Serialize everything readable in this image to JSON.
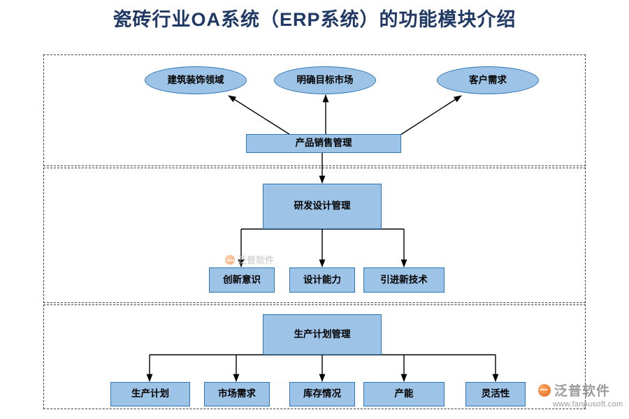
{
  "title": "瓷砖行业OA系统（ERP系统）的功能模块介绍",
  "colors": {
    "title_text": "#1f3864",
    "node_fill": "#9dc3e6",
    "node_border": "#2e75b6",
    "group_border": "#3b3b3b",
    "arrow": "#000000",
    "watermark": "#8a8a8a"
  },
  "diagram": {
    "type": "flowchart",
    "groups": [
      {
        "name": "sales-group"
      },
      {
        "name": "rd-group"
      },
      {
        "name": "production-group"
      }
    ],
    "nodes": [
      {
        "id": "n1",
        "label": "建筑装饰领域",
        "shape": "ellipse",
        "group": "sales-group"
      },
      {
        "id": "n2",
        "label": "明确目标市场",
        "shape": "ellipse",
        "group": "sales-group"
      },
      {
        "id": "n3",
        "label": "客户需求",
        "shape": "ellipse",
        "group": "sales-group"
      },
      {
        "id": "n4",
        "label": "产品销售管理",
        "shape": "rect",
        "group": "sales-group"
      },
      {
        "id": "n5",
        "label": "研发设计管理",
        "shape": "rect",
        "group": "rd-group"
      },
      {
        "id": "n6",
        "label": "创新意识",
        "shape": "rect",
        "group": "rd-group"
      },
      {
        "id": "n7",
        "label": "设计能力",
        "shape": "rect",
        "group": "rd-group"
      },
      {
        "id": "n8",
        "label": "引进新技术",
        "shape": "rect",
        "group": "rd-group"
      },
      {
        "id": "n9",
        "label": "生产计划管理",
        "shape": "rect",
        "group": "production-group"
      },
      {
        "id": "n10",
        "label": "生产计划",
        "shape": "rect",
        "group": "production-group"
      },
      {
        "id": "n11",
        "label": "市场需求",
        "shape": "rect",
        "group": "production-group"
      },
      {
        "id": "n12",
        "label": "库存情况",
        "shape": "rect",
        "group": "production-group"
      },
      {
        "id": "n13",
        "label": "产能",
        "shape": "rect",
        "group": "production-group"
      },
      {
        "id": "n14",
        "label": "灵活性",
        "shape": "rect",
        "group": "production-group"
      }
    ],
    "edges": [
      {
        "from": "n4",
        "to": "n1"
      },
      {
        "from": "n4",
        "to": "n2"
      },
      {
        "from": "n4",
        "to": "n3"
      },
      {
        "from": "n4",
        "to": "n5"
      },
      {
        "from": "n5",
        "to": "n6"
      },
      {
        "from": "n5",
        "to": "n7"
      },
      {
        "from": "n5",
        "to": "n8"
      },
      {
        "from": "n9",
        "to": "n10"
      },
      {
        "from": "n9",
        "to": "n11"
      },
      {
        "from": "n9",
        "to": "n12"
      },
      {
        "from": "n9",
        "to": "n13"
      },
      {
        "from": "n9",
        "to": "n14"
      }
    ]
  },
  "watermarks": {
    "center_text": "泛普软件",
    "brand": "泛普软件",
    "url": "www.fanpusoft.com"
  }
}
